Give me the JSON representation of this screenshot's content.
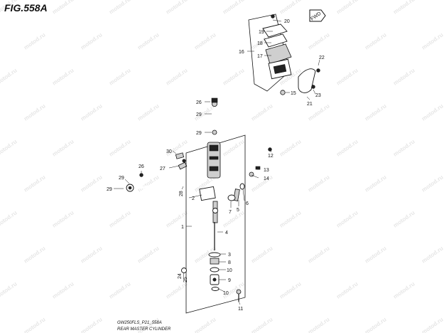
{
  "figure": {
    "title": "FIG.558A"
  },
  "fwd_label": "FWD",
  "footer": {
    "code": "GW250FLS_P21_558A",
    "name": "REAR MASTER CYLINDER"
  },
  "watermark": "motod.ru",
  "callouts": {
    "n1": "1",
    "n2": "2",
    "n3": "3",
    "n4": "4",
    "n5": "5",
    "n6": "6",
    "n7": "7",
    "n8": "8",
    "n9": "9",
    "n10a": "10",
    "n10b": "10",
    "n11": "11",
    "n12": "12",
    "n13": "13",
    "n14": "14",
    "n15": "15",
    "n16": "16",
    "n17": "17",
    "n18": "18",
    "n19": "19",
    "n20": "20",
    "n21": "21",
    "n22": "22",
    "n23": "23",
    "n24": "24",
    "n25": "25",
    "n26a": "26",
    "n26b": "26",
    "n27": "27",
    "n28": "28",
    "n29a": "29",
    "n29b": "29",
    "n29c": "29",
    "n29d": "29",
    "n30": "30"
  }
}
